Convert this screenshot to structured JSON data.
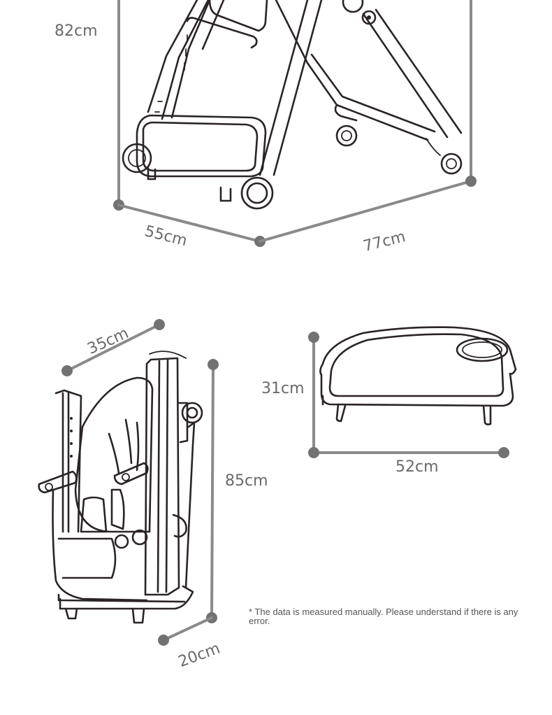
{
  "dimensions": {
    "chair_height": "82cm",
    "chair_width": "55cm",
    "chair_depth": "77cm",
    "folded_depth": "35cm",
    "folded_height": "85cm",
    "folded_thickness": "20cm",
    "tray_depth": "31cm",
    "tray_width": "52cm"
  },
  "footnote": "* The data is measured manually. Please understand if there is any error.",
  "colors": {
    "dimension_line": "#8a8a8a",
    "dimension_dot": "#727272",
    "label_text": "#6a6a6a",
    "line_art": "#2a2424"
  }
}
